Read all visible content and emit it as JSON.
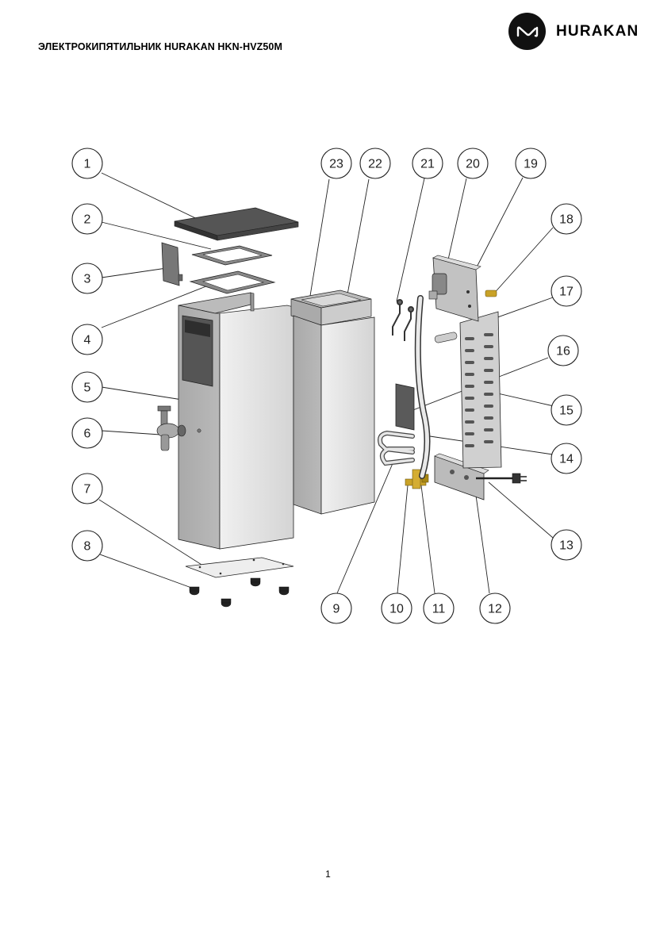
{
  "header": {
    "title": "ЭЛЕКТРОКИПЯТИЛЬНИК HURAKAN HKN-HVZ50M",
    "logo_text": "HURAKAN",
    "logo_icon": "hurakan-logo-icon"
  },
  "callouts": [
    "1",
    "2",
    "3",
    "4",
    "5",
    "6",
    "7",
    "8",
    "9",
    "10",
    "11",
    "12",
    "13",
    "14",
    "15",
    "16",
    "17",
    "18",
    "19",
    "20",
    "21",
    "22",
    "23"
  ],
  "footer": {
    "page_number": "1"
  },
  "colors": {
    "logo_bg": "#111111",
    "steel_light": "#e3e3e3",
    "steel_mid": "#c8c8c8",
    "steel_dark": "#9d9d9d",
    "panel_dark": "#4a4a4a",
    "brass": "#c9a227"
  }
}
